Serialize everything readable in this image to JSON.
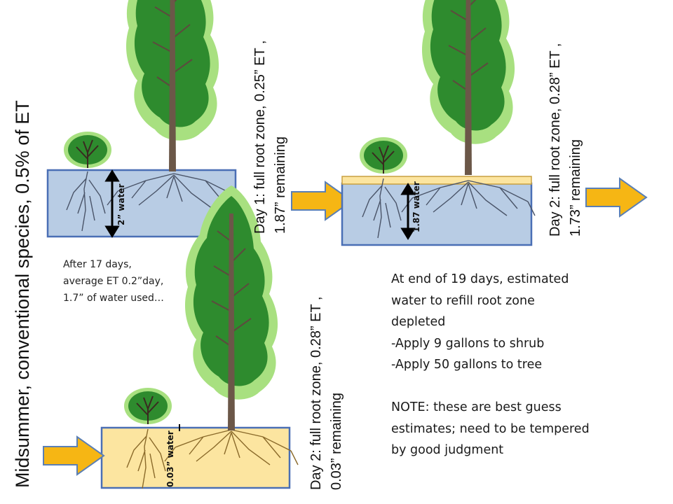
{
  "title": "Midsummer, conventional species, 0.5% of ET",
  "panels": [
    {
      "day_label_line1": "Day 1: full root zone, 0.25” ET ,",
      "day_label_line2": "1.87” remaining",
      "water_label": "2” water"
    },
    {
      "day_label_line1": "Day 2: full root zone, 0.28” ET ,",
      "day_label_line2": "1.73” remaining",
      "water_label": "1.87 water"
    },
    {
      "day_label_line1": "Day 2: full root zone, 0.28” ET ,",
      "day_label_line2": "0.03” remaining",
      "water_label": "0.03” water"
    }
  ],
  "after_note": [
    "After 17 days,",
    "average ET 0.2”day,",
    "1.7” of water used…"
  ],
  "summary_lines": [
    "At end of 19 days, estimated",
    "water to refill root zone",
    "depleted",
    "-Apply 9 gallons to shrub",
    "-Apply 50 gallons to tree",
    "",
    "NOTE: these are best guess",
    "estimates; need to be tempered",
    "by good judgment"
  ],
  "colors": {
    "full_soil": "#b8cce4",
    "soil_border": "#4a6fb5",
    "dry_soil": "#fce5a0",
    "arrow": "#f6b614",
    "leaf_light": "#a8e080",
    "leaf_dark": "#2e8b2e"
  }
}
